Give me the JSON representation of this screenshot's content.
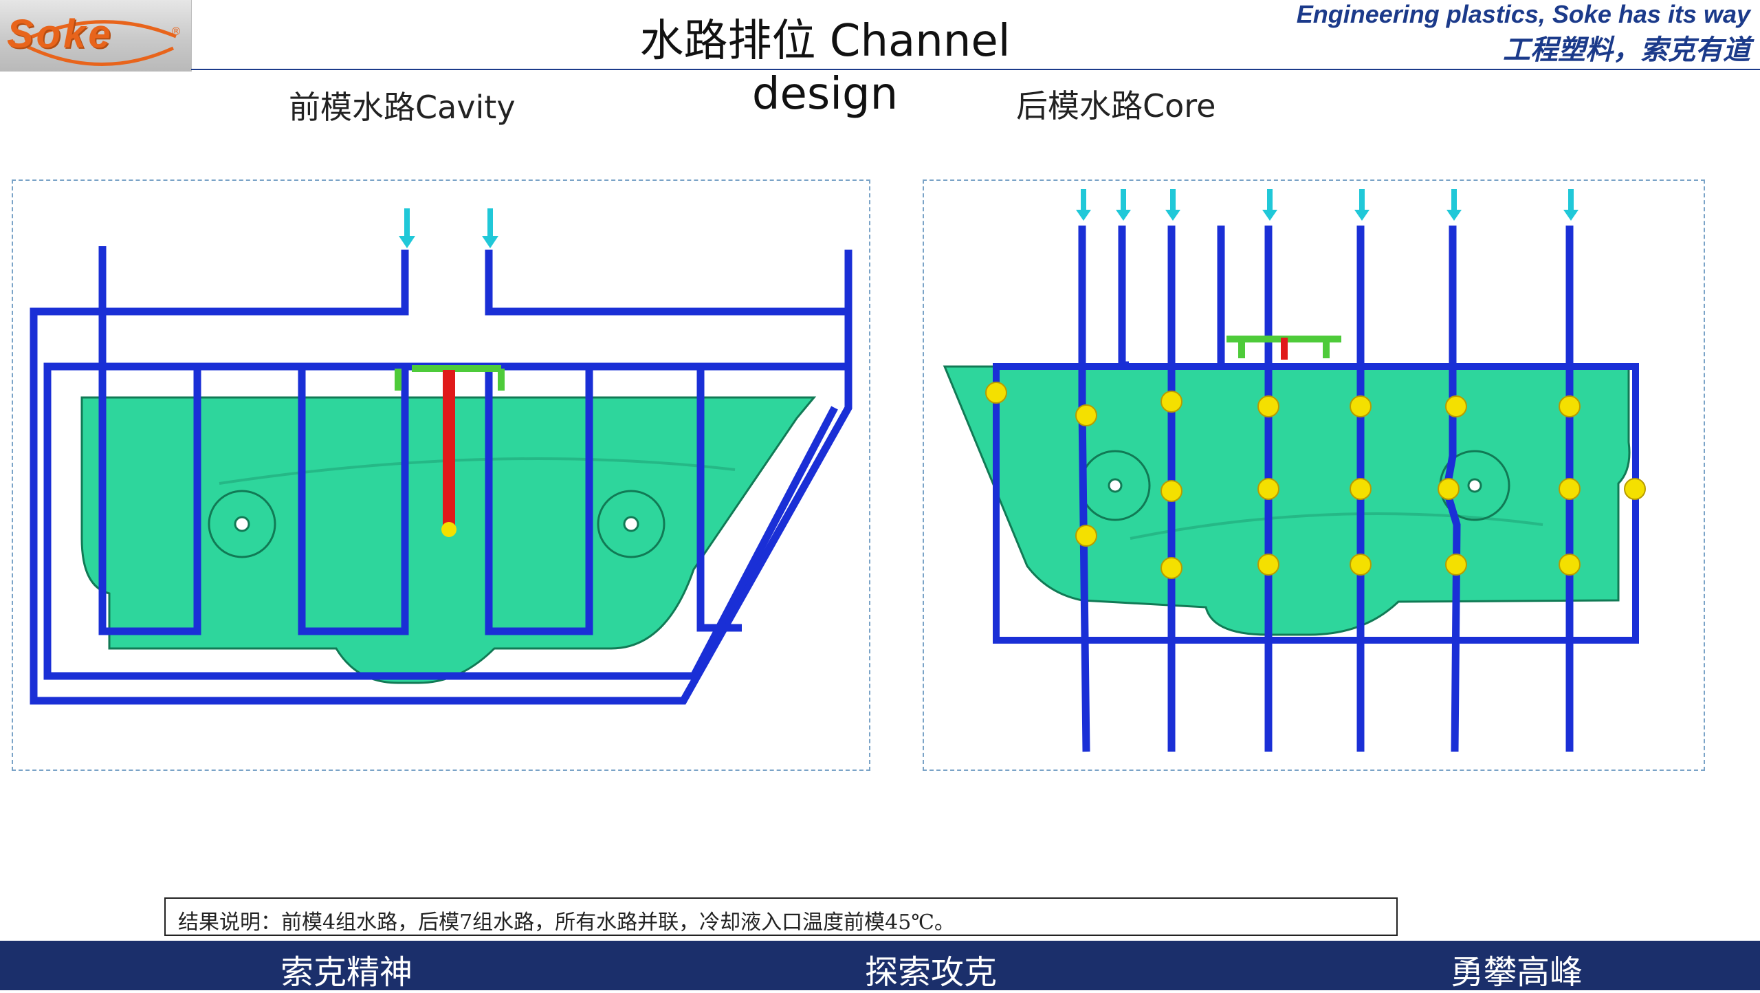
{
  "header": {
    "logo_text": "Soke",
    "logo_mark": "®",
    "title": "水路排位 Channel design",
    "slogan_en": "Engineering plastics, Soke has its way",
    "slogan_cn": "工程塑料，索克有道"
  },
  "sections": {
    "cavity_label": "前模水路Cavity",
    "core_label": "后模水路Core"
  },
  "note": {
    "text": "结果说明：前模4组水路，后模7组水路，所有水路并联，冷却液入口温度前模45℃。"
  },
  "footer": {
    "items": [
      "索克精神",
      "探索攻克",
      "勇攀高峰"
    ]
  },
  "colors": {
    "brand_blue": "#1b2f6b",
    "channel_blue": "#1a2fd6",
    "part_green": "#2ed69c",
    "baffle_red": "#e01a1a",
    "gate_green": "#4ecb3a",
    "inlet_cyan": "#20c8d8",
    "baffle_yellow": "#f4e000",
    "logo_orange": "#e8641b"
  }
}
